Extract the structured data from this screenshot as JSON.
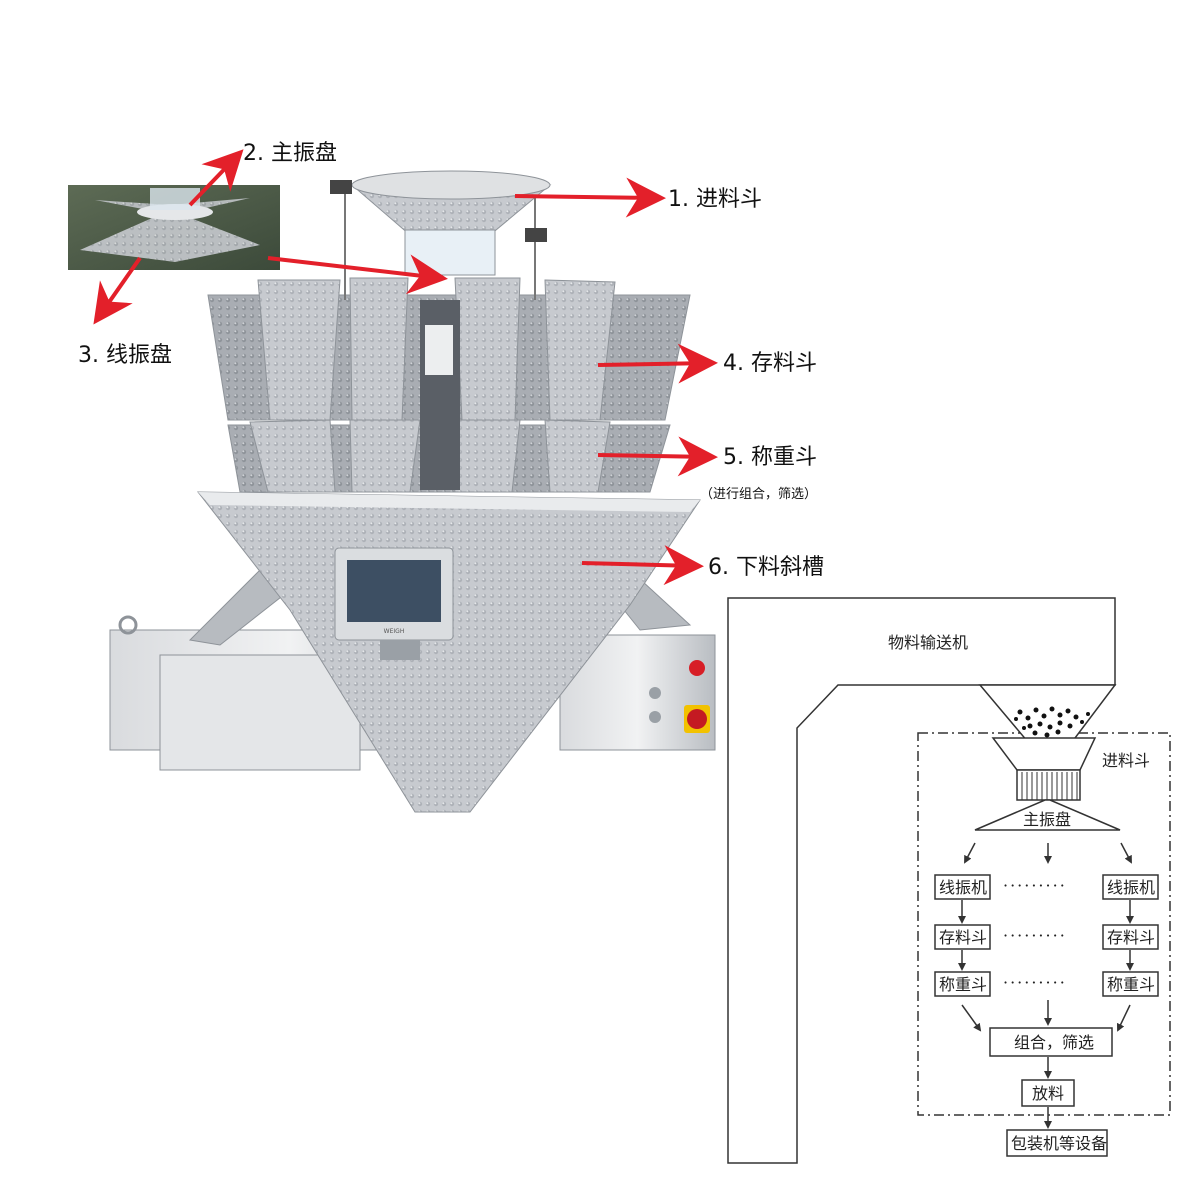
{
  "labels": {
    "l1": "1. 进料斗",
    "l2": "2. 主振盘",
    "l3": "3. 线振盘",
    "l4": "4. 存料斗",
    "l5": "5. 称重斗",
    "l5_note": "（进行组合，筛选）",
    "l6": "6. 下料斜槽"
  },
  "flow": {
    "conveyor": "物料输送机",
    "hopper": "进料斗",
    "main_vibrator": "主振盘",
    "line_vibrator": "线振机",
    "storage": "存料斗",
    "weigh": "称重斗",
    "combine": "组合，筛选",
    "discharge": "放料",
    "packaging": "包装机等设备",
    "dots": "·········"
  },
  "colors": {
    "arrow": "#e3202a",
    "steel": "#c9ccd0",
    "steel_dark": "#8e9399",
    "line": "#333333"
  },
  "panel": {
    "brand": "WEIGH"
  }
}
